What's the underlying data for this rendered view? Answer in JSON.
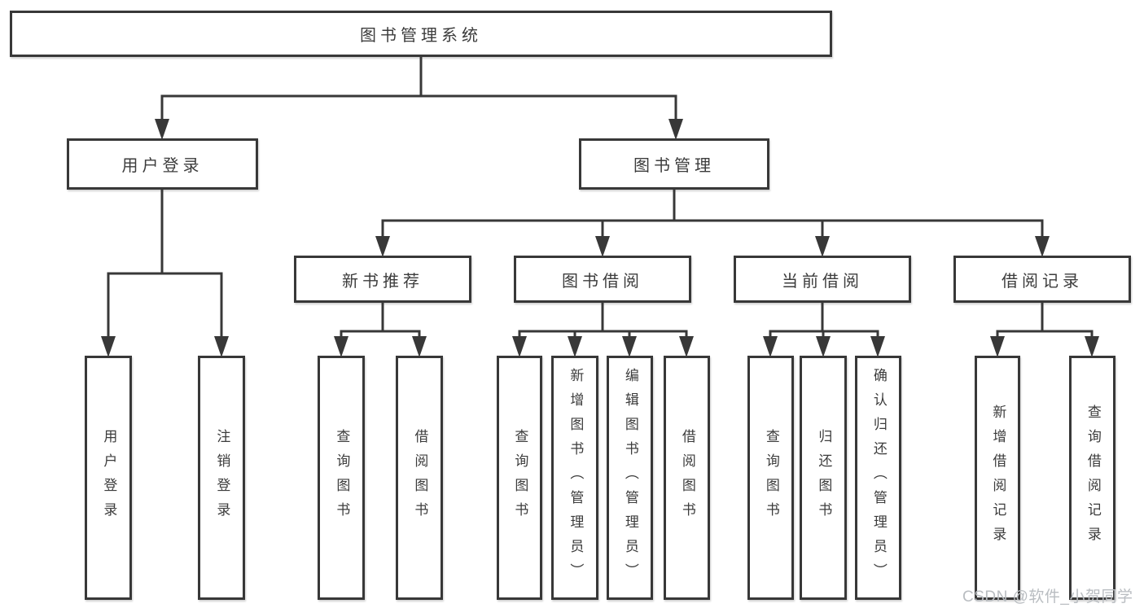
{
  "tree": {
    "root": {
      "label": "图书管理系统"
    },
    "branches": [
      {
        "label": "用户登录",
        "children": [
          {
            "label": "用户登录"
          },
          {
            "label": "注销登录"
          }
        ]
      },
      {
        "label": "图书管理",
        "children": [
          {
            "label": "新书推荐",
            "children": [
              {
                "label": "查询图书"
              },
              {
                "label": "借阅图书"
              }
            ]
          },
          {
            "label": "图书借阅",
            "children": [
              {
                "label": "查询图书"
              },
              {
                "label": "新增图书（管理员）"
              },
              {
                "label": "编辑图书（管理员）"
              },
              {
                "label": "借阅图书"
              }
            ]
          },
          {
            "label": "当前借阅",
            "children": [
              {
                "label": "查询图书"
              },
              {
                "label": "归还图书"
              },
              {
                "label": "确认归还（管理员）"
              }
            ]
          },
          {
            "label": "借阅记录",
            "children": [
              {
                "label": "新增借阅记录"
              },
              {
                "label": "查询借阅记录"
              }
            ]
          }
        ]
      }
    ]
  },
  "watermark": {
    "text": "CSDN @软件_小贺同学"
  },
  "colors": {
    "line": "#383838",
    "text": "#3c3c3c",
    "box_background": "#ffffff",
    "watermark_gray": "#b9bdc1",
    "page_background": "#ffffff"
  }
}
